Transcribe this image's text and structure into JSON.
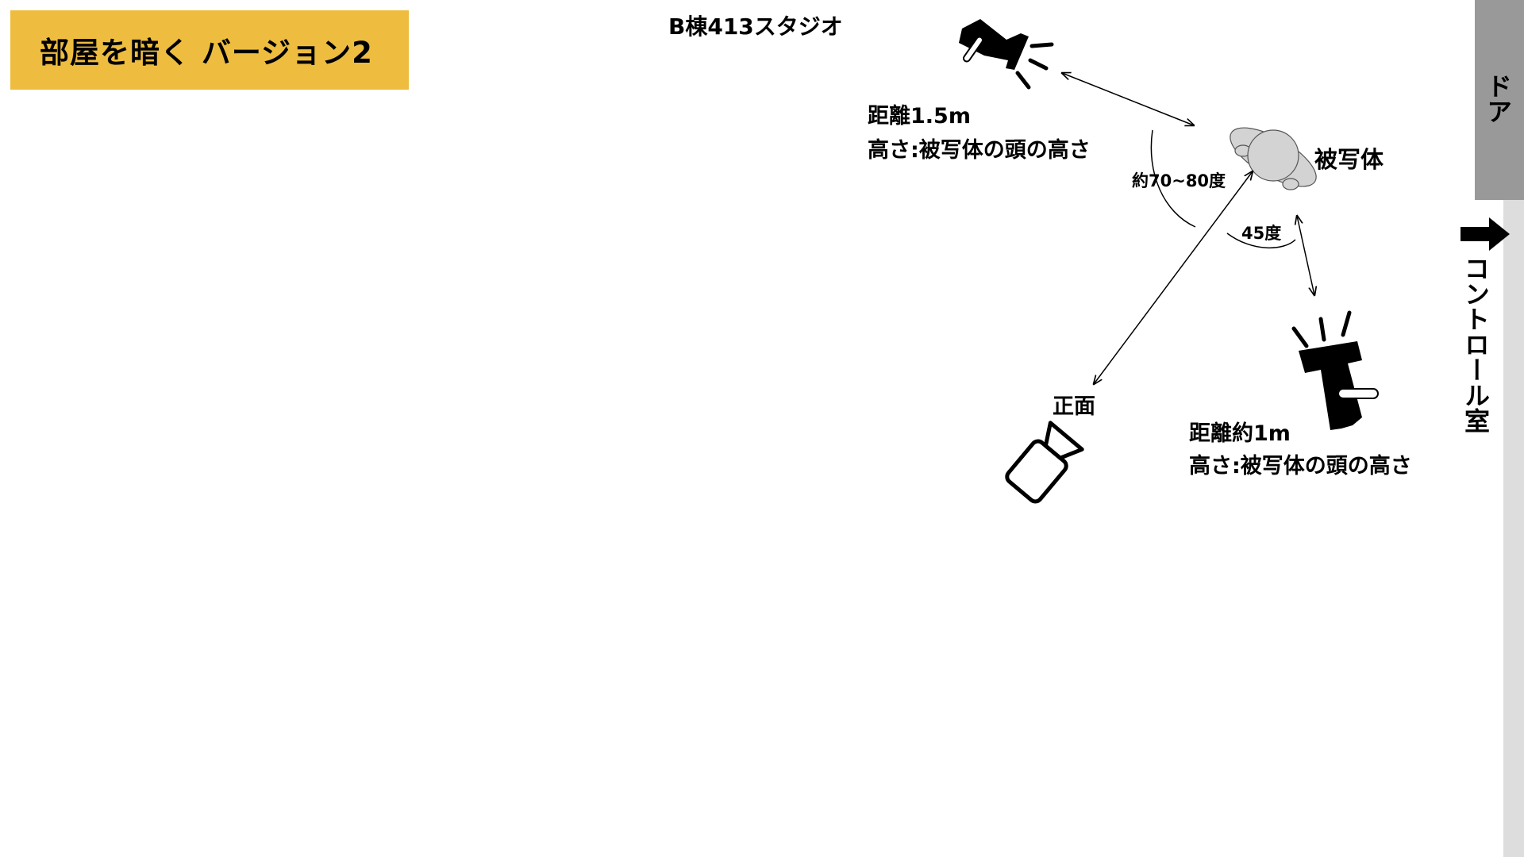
{
  "title": "部屋を暗く バージョン2",
  "studio": "B棟413スタジオ",
  "key_light": {
    "distance": "距離1.5m",
    "height": "高さ:被写体の頭の高さ"
  },
  "subject": "被写体",
  "angle_wide": "約70~80度",
  "angle_45": "45度",
  "camera": "正面",
  "fill_light": {
    "distance": "距離約1m",
    "height": "高さ:被写体の頭の高さ"
  },
  "door": "ドア",
  "control_room": "コントロール室",
  "colors": {
    "title_bg": "#eebd40",
    "door": "#999999",
    "wall": "#dddddd",
    "subject": "#d3d3d3"
  },
  "icons": [
    "spotlight-icon",
    "subject-top-view-icon",
    "camera-icon",
    "arrow-right-icon"
  ]
}
